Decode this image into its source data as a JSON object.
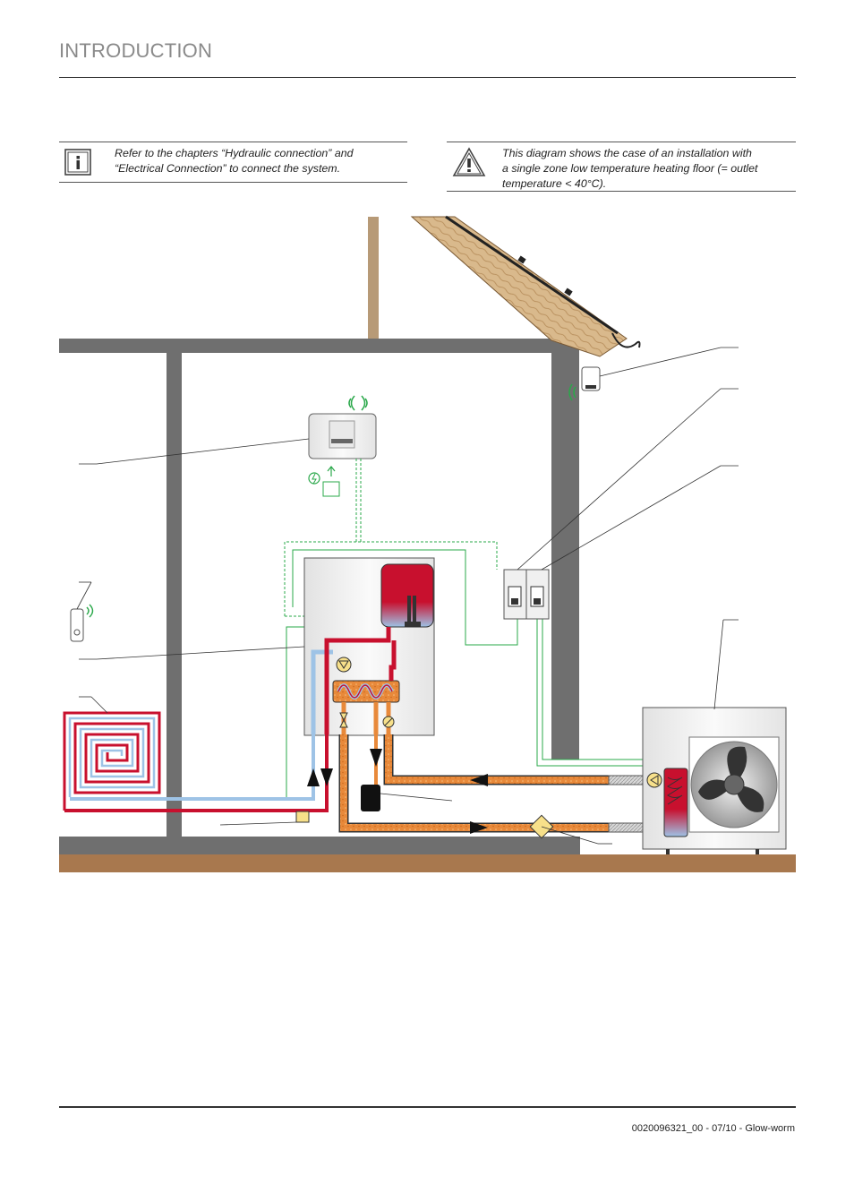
{
  "header": {
    "title": "INTRODUCTION"
  },
  "notes": {
    "info": {
      "icon": "info-icon",
      "text_line1": "Refer to the chapters “Hydraulic connection” and",
      "text_line2": "“Electrical Connection” to connect the system."
    },
    "warning": {
      "icon": "warning-icon",
      "text_line1": "This diagram shows the case of an installation with",
      "text_line2": "a single zone low temperature heating floor (= outlet",
      "text_line3": "temperature < 40°C)."
    }
  },
  "diagram": {
    "hot_color": "#c8102e",
    "cold_color": "#9ec3e6",
    "insulation_color": "#e8893a",
    "wall_color": "#6f6f6f",
    "ground_color": "#a8784e",
    "signal_color": "#2aa84a"
  },
  "footer": {
    "doc_ref": "0020096321_00 - 07/10 - Glow-worm"
  }
}
